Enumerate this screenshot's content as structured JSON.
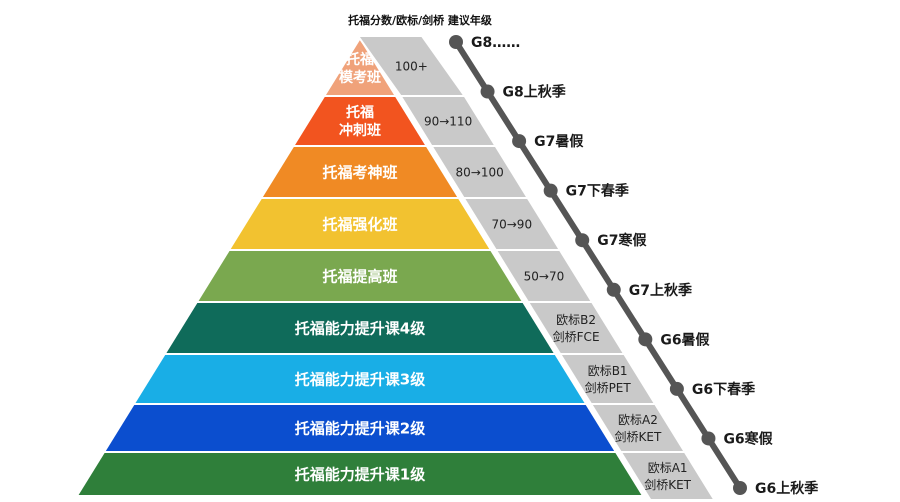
{
  "header": "托福分数/欧标/剑桥  建议年级",
  "colors": {
    "timeline": "#555555",
    "band": "#c9c9c9",
    "band_border": "#ffffff"
  },
  "levels": [
    {
      "lines": [
        "托福",
        "模考班"
      ],
      "color": "#f0a27a"
    },
    {
      "lines": [
        "托福",
        "冲刺班"
      ],
      "color": "#f2541f"
    },
    {
      "lines": [
        "托福考神班"
      ],
      "color": "#f08a24"
    },
    {
      "lines": [
        "托福强化班"
      ],
      "color": "#f2c230"
    },
    {
      "lines": [
        "托福提高班"
      ],
      "color": "#7aa84f"
    },
    {
      "lines": [
        "托福能力提升课4级"
      ],
      "color": "#0f6b5a"
    },
    {
      "lines": [
        "托福能力提升课3级"
      ],
      "color": "#19aee6"
    },
    {
      "lines": [
        "托福能力提升课2级"
      ],
      "color": "#0b4ecf"
    },
    {
      "lines": [
        "托福能力提升课1级"
      ],
      "color": "#2f7f3a"
    }
  ],
  "scores": [
    [
      "100+"
    ],
    [
      "90→110"
    ],
    [
      "80→100"
    ],
    [
      "70→90"
    ],
    [
      "50→70"
    ],
    [
      "欧标B2",
      "剑桥FCE"
    ],
    [
      "欧标B1",
      "剑桥PET"
    ],
    [
      "欧标A2",
      "剑桥KET"
    ],
    [
      "欧标A1",
      "剑桥KET"
    ]
  ],
  "grades": [
    "G8……",
    "G8上秋季",
    "G7暑假",
    "G7下春季",
    "G7寒假",
    "G7上秋季",
    "G6暑假",
    "G6下春季",
    "G6寒假",
    "G6上秋季"
  ]
}
